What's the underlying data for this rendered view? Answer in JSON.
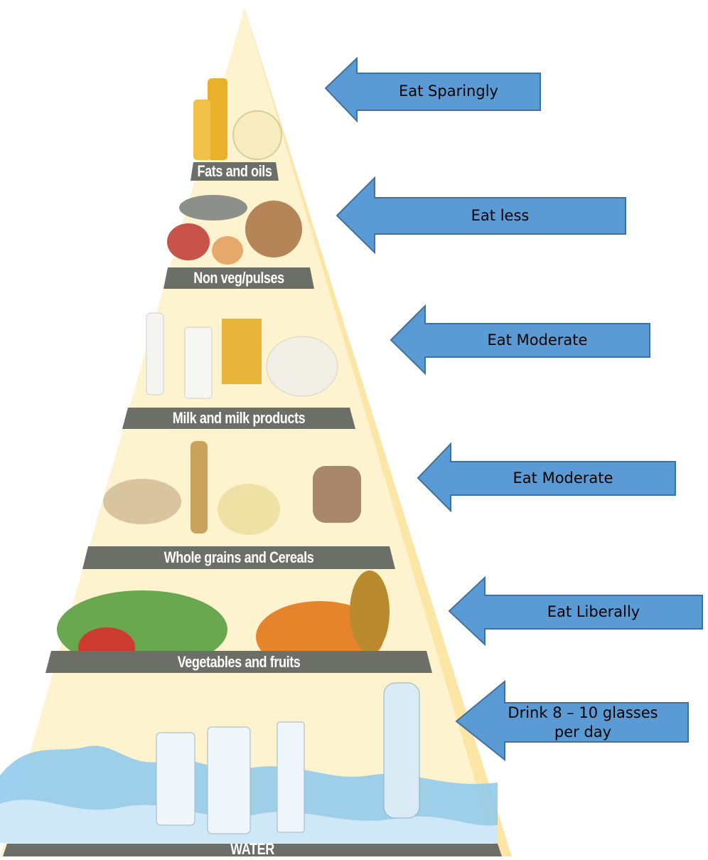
{
  "pyramid": {
    "levels": [
      {
        "label": "Fats and oils",
        "advice": "Eat Sparingly"
      },
      {
        "label": "Non veg/pulses",
        "advice": "Eat less"
      },
      {
        "label": "Milk and milk products",
        "advice": "Eat Moderate"
      },
      {
        "label": "Whole grains and Cereals",
        "advice": "Eat Moderate"
      },
      {
        "label": "Vegetables and fruits",
        "advice": "Eat Liberally"
      },
      {
        "label": "WATER",
        "advice": "Drink 8 – 10 glasses per day"
      }
    ]
  },
  "colors": {
    "pyramid_face": "#fdf3cf",
    "pyramid_shadow": "#fbe6a6",
    "label_band": "#6b6f68",
    "arrow_fill": "#5b9bd5",
    "arrow_stroke": "#41719c",
    "water_wave": "#8cc8ec"
  }
}
